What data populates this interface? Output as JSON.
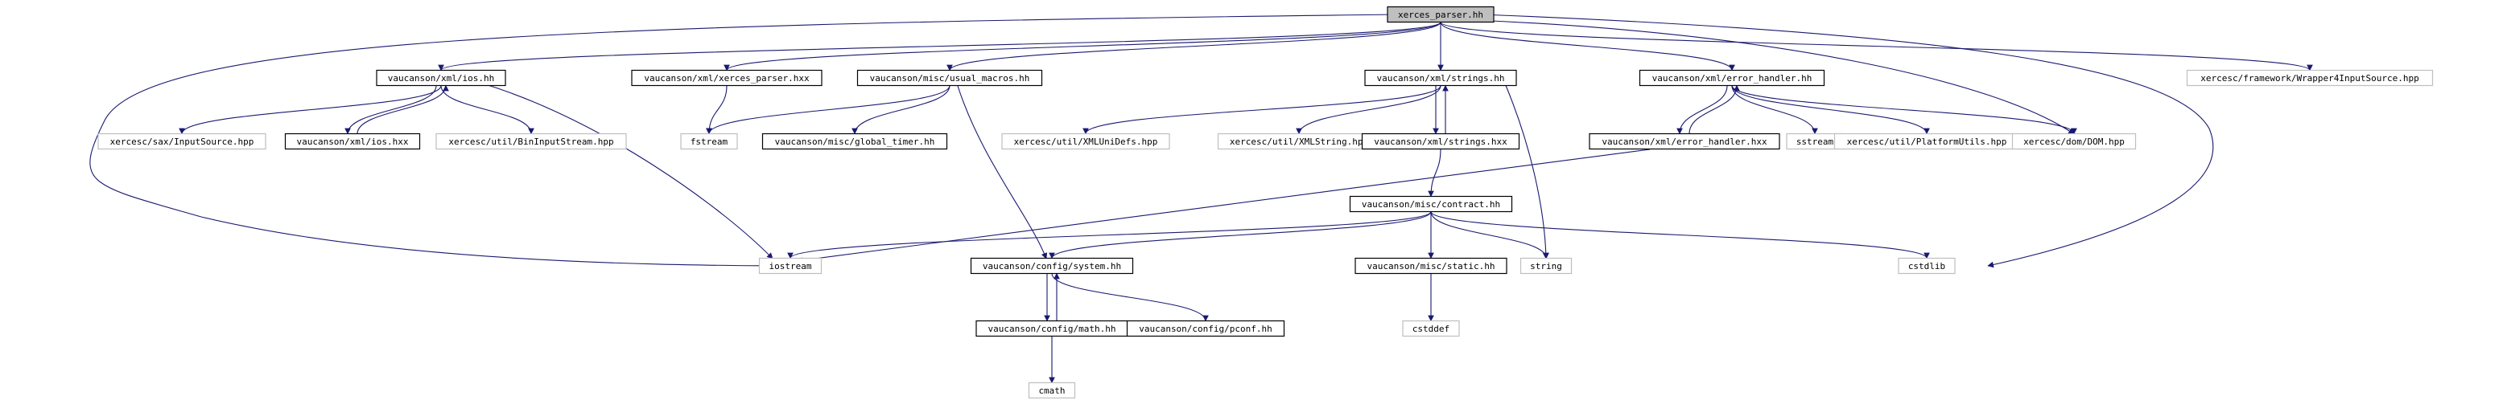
{
  "colors": {
    "edge": "#191970",
    "root_fill": "#bfbfbf",
    "node_border": "#000000",
    "external_border": "#bfbfbf",
    "node_fill": "#ffffff"
  },
  "nodes": [
    {
      "id": "xerces_parser_hh",
      "label": "xerces_parser.hh",
      "kind": "root"
    },
    {
      "id": "ios_hh",
      "label": "vaucanson/xml/ios.hh",
      "kind": "file"
    },
    {
      "id": "xerces_parser_hxx",
      "label": "vaucanson/xml/xerces_parser.hxx",
      "kind": "file"
    },
    {
      "id": "usual_macros_hh",
      "label": "vaucanson/misc/usual_macros.hh",
      "kind": "file"
    },
    {
      "id": "strings_hh",
      "label": "vaucanson/xml/strings.hh",
      "kind": "file"
    },
    {
      "id": "error_handler_hh",
      "label": "vaucanson/xml/error_handler.hh",
      "kind": "file"
    },
    {
      "id": "wrapper4",
      "label": "xercesc/framework/Wrapper4InputSource.hpp",
      "kind": "external"
    },
    {
      "id": "inputsource",
      "label": "xercesc/sax/InputSource.hpp",
      "kind": "external"
    },
    {
      "id": "ios_hxx",
      "label": "vaucanson/xml/ios.hxx",
      "kind": "file"
    },
    {
      "id": "bininputstream",
      "label": "xercesc/util/BinInputStream.hpp",
      "kind": "external"
    },
    {
      "id": "fstream",
      "label": "fstream",
      "kind": "external"
    },
    {
      "id": "global_timer_hh",
      "label": "vaucanson/misc/global_timer.hh",
      "kind": "file"
    },
    {
      "id": "xmlunidefs",
      "label": "xercesc/util/XMLUniDefs.hpp",
      "kind": "external"
    },
    {
      "id": "xmlstring",
      "label": "xercesc/util/XMLString.hpp",
      "kind": "external"
    },
    {
      "id": "strings_hxx",
      "label": "vaucanson/xml/strings.hxx",
      "kind": "file"
    },
    {
      "id": "error_handler_hxx",
      "label": "vaucanson/xml/error_handler.hxx",
      "kind": "file"
    },
    {
      "id": "sstream",
      "label": "sstream",
      "kind": "external"
    },
    {
      "id": "platformutils",
      "label": "xercesc/util/PlatformUtils.hpp",
      "kind": "external"
    },
    {
      "id": "dom",
      "label": "xercesc/dom/DOM.hpp",
      "kind": "external"
    },
    {
      "id": "contract_hh",
      "label": "vaucanson/misc/contract.hh",
      "kind": "file"
    },
    {
      "id": "iostream",
      "label": "iostream",
      "kind": "external"
    },
    {
      "id": "system_hh",
      "label": "vaucanson/config/system.hh",
      "kind": "file"
    },
    {
      "id": "static_hh",
      "label": "vaucanson/misc/static.hh",
      "kind": "file"
    },
    {
      "id": "string",
      "label": "string",
      "kind": "external"
    },
    {
      "id": "cstdlib",
      "label": "cstdlib",
      "kind": "external"
    },
    {
      "id": "math_hh",
      "label": "vaucanson/config/math.hh",
      "kind": "file"
    },
    {
      "id": "pconf_hh",
      "label": "vaucanson/config/pconf.hh",
      "kind": "file"
    },
    {
      "id": "cstddef",
      "label": "cstddef",
      "kind": "external"
    },
    {
      "id": "cmath",
      "label": "cmath",
      "kind": "external"
    }
  ],
  "edges": [
    [
      "xerces_parser_hh",
      "ios_hh"
    ],
    [
      "xerces_parser_hh",
      "xerces_parser_hxx"
    ],
    [
      "xerces_parser_hh",
      "usual_macros_hh"
    ],
    [
      "xerces_parser_hh",
      "strings_hh"
    ],
    [
      "xerces_parser_hh",
      "error_handler_hh"
    ],
    [
      "xerces_parser_hh",
      "wrapper4"
    ],
    [
      "xerces_parser_hh",
      "iostream"
    ],
    [
      "xerces_parser_hh",
      "dom"
    ],
    [
      "xerces_parser_hh",
      "cstdlib"
    ],
    [
      "ios_hh",
      "inputsource"
    ],
    [
      "ios_hh",
      "ios_hxx"
    ],
    [
      "ios_hh",
      "bininputstream"
    ],
    [
      "ios_hh",
      "iostream"
    ],
    [
      "ios_hxx",
      "ios_hh"
    ],
    [
      "xerces_parser_hxx",
      "fstream"
    ],
    [
      "usual_macros_hh",
      "fstream"
    ],
    [
      "usual_macros_hh",
      "global_timer_hh"
    ],
    [
      "usual_macros_hh",
      "system_hh"
    ],
    [
      "strings_hh",
      "xmlunidefs"
    ],
    [
      "strings_hh",
      "xmlstring"
    ],
    [
      "strings_hh",
      "strings_hxx"
    ],
    [
      "strings_hh",
      "string"
    ],
    [
      "strings_hxx",
      "strings_hh"
    ],
    [
      "strings_hxx",
      "contract_hh"
    ],
    [
      "error_handler_hh",
      "error_handler_hxx"
    ],
    [
      "error_handler_hh",
      "sstream"
    ],
    [
      "error_handler_hh",
      "platformutils"
    ],
    [
      "error_handler_hh",
      "dom"
    ],
    [
      "error_handler_hxx",
      "error_handler_hh"
    ],
    [
      "error_handler_hxx",
      "iostream"
    ],
    [
      "contract_hh",
      "iostream"
    ],
    [
      "contract_hh",
      "system_hh"
    ],
    [
      "contract_hh",
      "static_hh"
    ],
    [
      "contract_hh",
      "string"
    ],
    [
      "contract_hh",
      "cstdlib"
    ],
    [
      "system_hh",
      "math_hh"
    ],
    [
      "system_hh",
      "pconf_hh"
    ],
    [
      "math_hh",
      "system_hh"
    ],
    [
      "math_hh",
      "cmath"
    ],
    [
      "static_hh",
      "cstddef"
    ]
  ]
}
